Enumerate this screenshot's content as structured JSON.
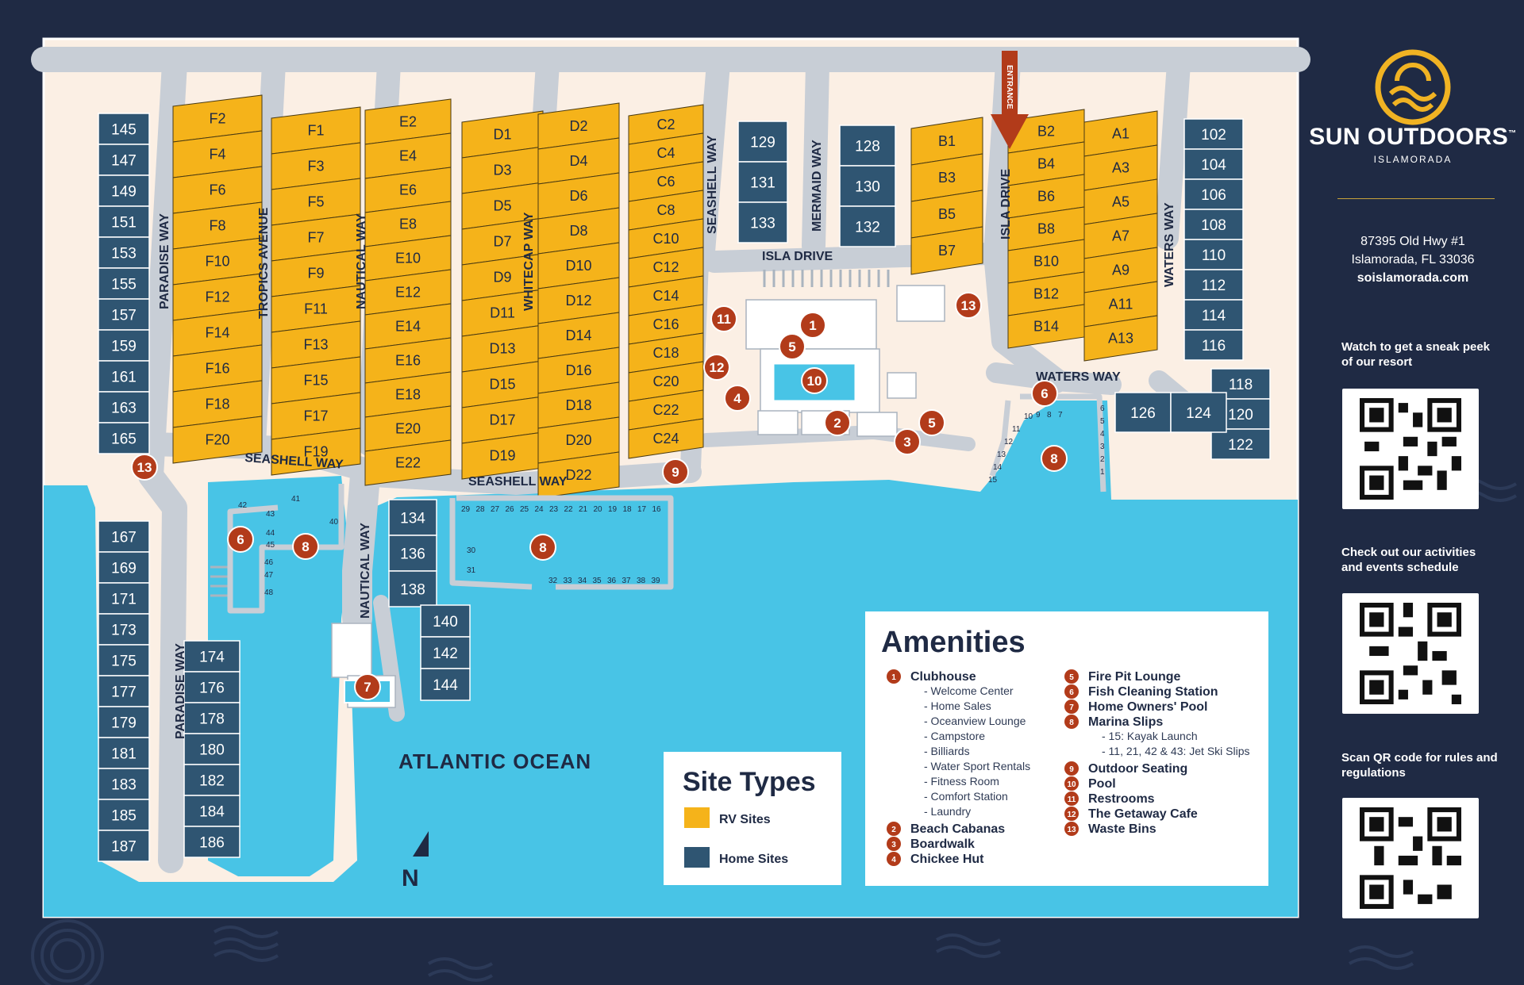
{
  "brand": {
    "name": "SUN OUTDOORS",
    "trademark": "™",
    "location": "ISLAMORADA",
    "address_line1": "87395 Old Hwy #1",
    "address_line2": "Islamorada, FL 33036",
    "website": "soislamorada.com",
    "accent_color": "#f0b323"
  },
  "qr": [
    {
      "caption": "Watch to get a sneak peek of our resort"
    },
    {
      "caption": "Check out our activities and events schedule"
    },
    {
      "caption": "Scan QR code for rules and regulations"
    }
  ],
  "colors": {
    "rv_site": "#f5b31a",
    "home_site": "#2f5572",
    "water": "#48c4e6",
    "land": "#fbefe4",
    "road": "#c8ced6",
    "marker": "#b23b1a",
    "frame": "#1f2a44"
  },
  "streets": {
    "paradise_way": "PARADISE WAY",
    "tropics_avenue": "TROPICS AVENUE",
    "nautical_way": "NAUTICAL WAY",
    "whitecap_way": "WHITECAP WAY",
    "seashell_way": "SEASHELL WAY",
    "mermaid_way": "MERMAID WAY",
    "isla_drive": "ISLA DRIVE",
    "waters_way": "WATERS WAY",
    "entrance": "ENTRANCE"
  },
  "ocean_label": "ATLANTIC OCEAN",
  "north_label": "N",
  "site_types": {
    "title": "Site Types",
    "items": [
      {
        "label": "RV Sites",
        "color": "#f5b31a"
      },
      {
        "label": "Home Sites",
        "color": "#2f5572"
      }
    ]
  },
  "amenities": {
    "title": "Amenities",
    "left": [
      {
        "num": "1",
        "name": "Clubhouse",
        "sub": [
          "- Welcome Center",
          "- Home Sales",
          "- Oceanview Lounge",
          "- Campstore",
          "- Billiards",
          "- Water Sport Rentals",
          "- Fitness Room",
          "- Comfort Station",
          "- Laundry"
        ]
      },
      {
        "num": "2",
        "name": "Beach Cabanas",
        "sub": []
      },
      {
        "num": "3",
        "name": "Boardwalk",
        "sub": []
      },
      {
        "num": "4",
        "name": "Chickee Hut",
        "sub": []
      }
    ],
    "right": [
      {
        "num": "5",
        "name": "Fire Pit Lounge",
        "sub": []
      },
      {
        "num": "6",
        "name": "Fish Cleaning Station",
        "sub": []
      },
      {
        "num": "7",
        "name": "Home Owners' Pool",
        "sub": []
      },
      {
        "num": "8",
        "name": "Marina Slips",
        "sub": [
          "- 15: Kayak Launch",
          "- 11, 21, 42 & 43: Jet Ski Slips"
        ]
      },
      {
        "num": "9",
        "name": "Outdoor Seating",
        "sub": []
      },
      {
        "num": "10",
        "name": "Pool",
        "sub": []
      },
      {
        "num": "11",
        "name": "Restrooms",
        "sub": []
      },
      {
        "num": "12",
        "name": "The Getaway Cafe",
        "sub": []
      },
      {
        "num": "13",
        "name": "Waste Bins",
        "sub": []
      }
    ]
  },
  "home_blocks": {
    "left_column": [
      "145",
      "147",
      "149",
      "151",
      "153",
      "155",
      "157",
      "159",
      "161",
      "163",
      "165"
    ],
    "lower_left": [
      "167",
      "169",
      "171",
      "173",
      "175",
      "177",
      "179",
      "181",
      "183",
      "185",
      "187"
    ],
    "lower_mid": [
      "174",
      "176",
      "178",
      "180",
      "182",
      "184",
      "186"
    ],
    "marina_col1": [
      "134",
      "136",
      "138"
    ],
    "marina_col2": [
      "140",
      "142",
      "144"
    ],
    "block_129": [
      "129",
      "131",
      "133"
    ],
    "block_128": [
      "128",
      "130",
      "132"
    ],
    "right_column": [
      "102",
      "104",
      "106",
      "108",
      "110",
      "112",
      "114",
      "116"
    ],
    "right_lower": [
      "118",
      "120",
      "122"
    ],
    "waters_pair": [
      "126",
      "124"
    ]
  },
  "rv_blocks": {
    "f_left": [
      "F2",
      "F4",
      "F6",
      "F8",
      "F10",
      "F12",
      "F14",
      "F16",
      "F18",
      "F20"
    ],
    "f_right": [
      "F1",
      "F3",
      "F5",
      "F7",
      "F9",
      "F11",
      "F13",
      "F15",
      "F17",
      "F19"
    ],
    "e": [
      "E2",
      "E4",
      "E6",
      "E8",
      "E10",
      "E12",
      "E14",
      "E16",
      "E18",
      "E20",
      "E22"
    ],
    "d_odd": [
      "D1",
      "D3",
      "D5",
      "D7",
      "D9",
      "D11",
      "D13",
      "D15",
      "D17",
      "D19"
    ],
    "d_even": [
      "D2",
      "D4",
      "D6",
      "D8",
      "D10",
      "D12",
      "D14",
      "D16",
      "D18",
      "D20",
      "D22"
    ],
    "c": [
      "C2",
      "C4",
      "C6",
      "C8",
      "C10",
      "C12",
      "C14",
      "C16",
      "C18",
      "C20",
      "C22",
      "C24"
    ],
    "b_main": [
      "B1",
      "B3",
      "B5",
      "B7"
    ],
    "b_even": [
      "B2",
      "B4",
      "B6",
      "B8",
      "B10",
      "B12",
      "B14"
    ],
    "a": [
      "A1",
      "A3",
      "A5",
      "A7",
      "A9",
      "A11",
      "A13"
    ]
  },
  "slips": {
    "marina_top": [
      "29",
      "28",
      "27",
      "26",
      "25",
      "24",
      "23",
      "22",
      "21",
      "20",
      "19",
      "18",
      "17",
      "16"
    ],
    "marina_bottom": [
      "32",
      "33",
      "34",
      "35",
      "36",
      "37",
      "38",
      "39"
    ],
    "marina_side": [
      "30",
      "31"
    ],
    "left_marina": [
      "42",
      "43",
      "44",
      "45",
      "46",
      "47",
      "48",
      "41",
      "40"
    ],
    "right_marina_left": [
      "10",
      "11",
      "12",
      "13",
      "14",
      "15"
    ],
    "right_marina_top": [
      "9",
      "8",
      "7"
    ],
    "right_marina_right": [
      "6",
      "5",
      "4",
      "3",
      "2",
      "1"
    ]
  },
  "map_markers": [
    {
      "num": "1"
    },
    {
      "num": "2"
    },
    {
      "num": "3"
    },
    {
      "num": "4"
    },
    {
      "num": "5"
    },
    {
      "num": "5"
    },
    {
      "num": "6"
    },
    {
      "num": "6"
    },
    {
      "num": "7"
    },
    {
      "num": "8"
    },
    {
      "num": "8"
    },
    {
      "num": "8"
    },
    {
      "num": "9"
    },
    {
      "num": "10"
    },
    {
      "num": "11"
    },
    {
      "num": "12"
    },
    {
      "num": "13"
    },
    {
      "num": "13"
    }
  ]
}
